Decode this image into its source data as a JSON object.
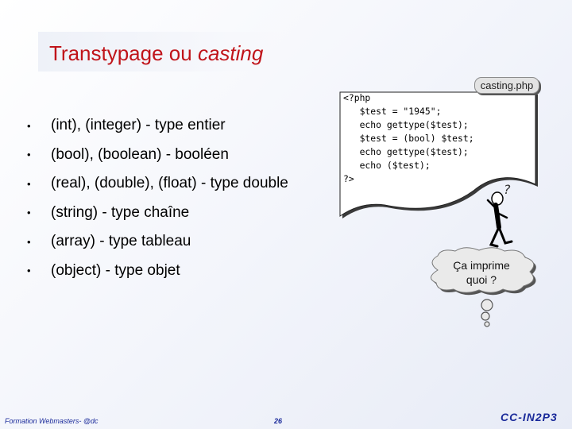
{
  "slide": {
    "title_main": "Transtypage ou ",
    "title_italic": "casting"
  },
  "bullets": [
    "(int), (integer) - type entier",
    "(bool), (boolean) - booléen",
    "(real), (double), (float) - type double",
    "(string) - type chaîne",
    "(array) - type tableau",
    "(object) - type objet"
  ],
  "bullet_symbol": "•",
  "file_tab": "casting.php",
  "code_lines": [
    "<?php",
    "   $test = \"1945\";",
    "   echo gettype($test);",
    "   $test = (bool) $test;",
    "   echo gettype($test);",
    "   echo ($test);",
    "?>"
  ],
  "question_mark": "?",
  "bubble": {
    "line1": "Ça imprime",
    "line2": "quoi ?"
  },
  "footer": {
    "left": "Formation Webmasters- @dc",
    "page": "26",
    "logo": "CC-IN2P3"
  },
  "colors": {
    "title": "#c0141a",
    "footer": "#1a2a9a"
  }
}
